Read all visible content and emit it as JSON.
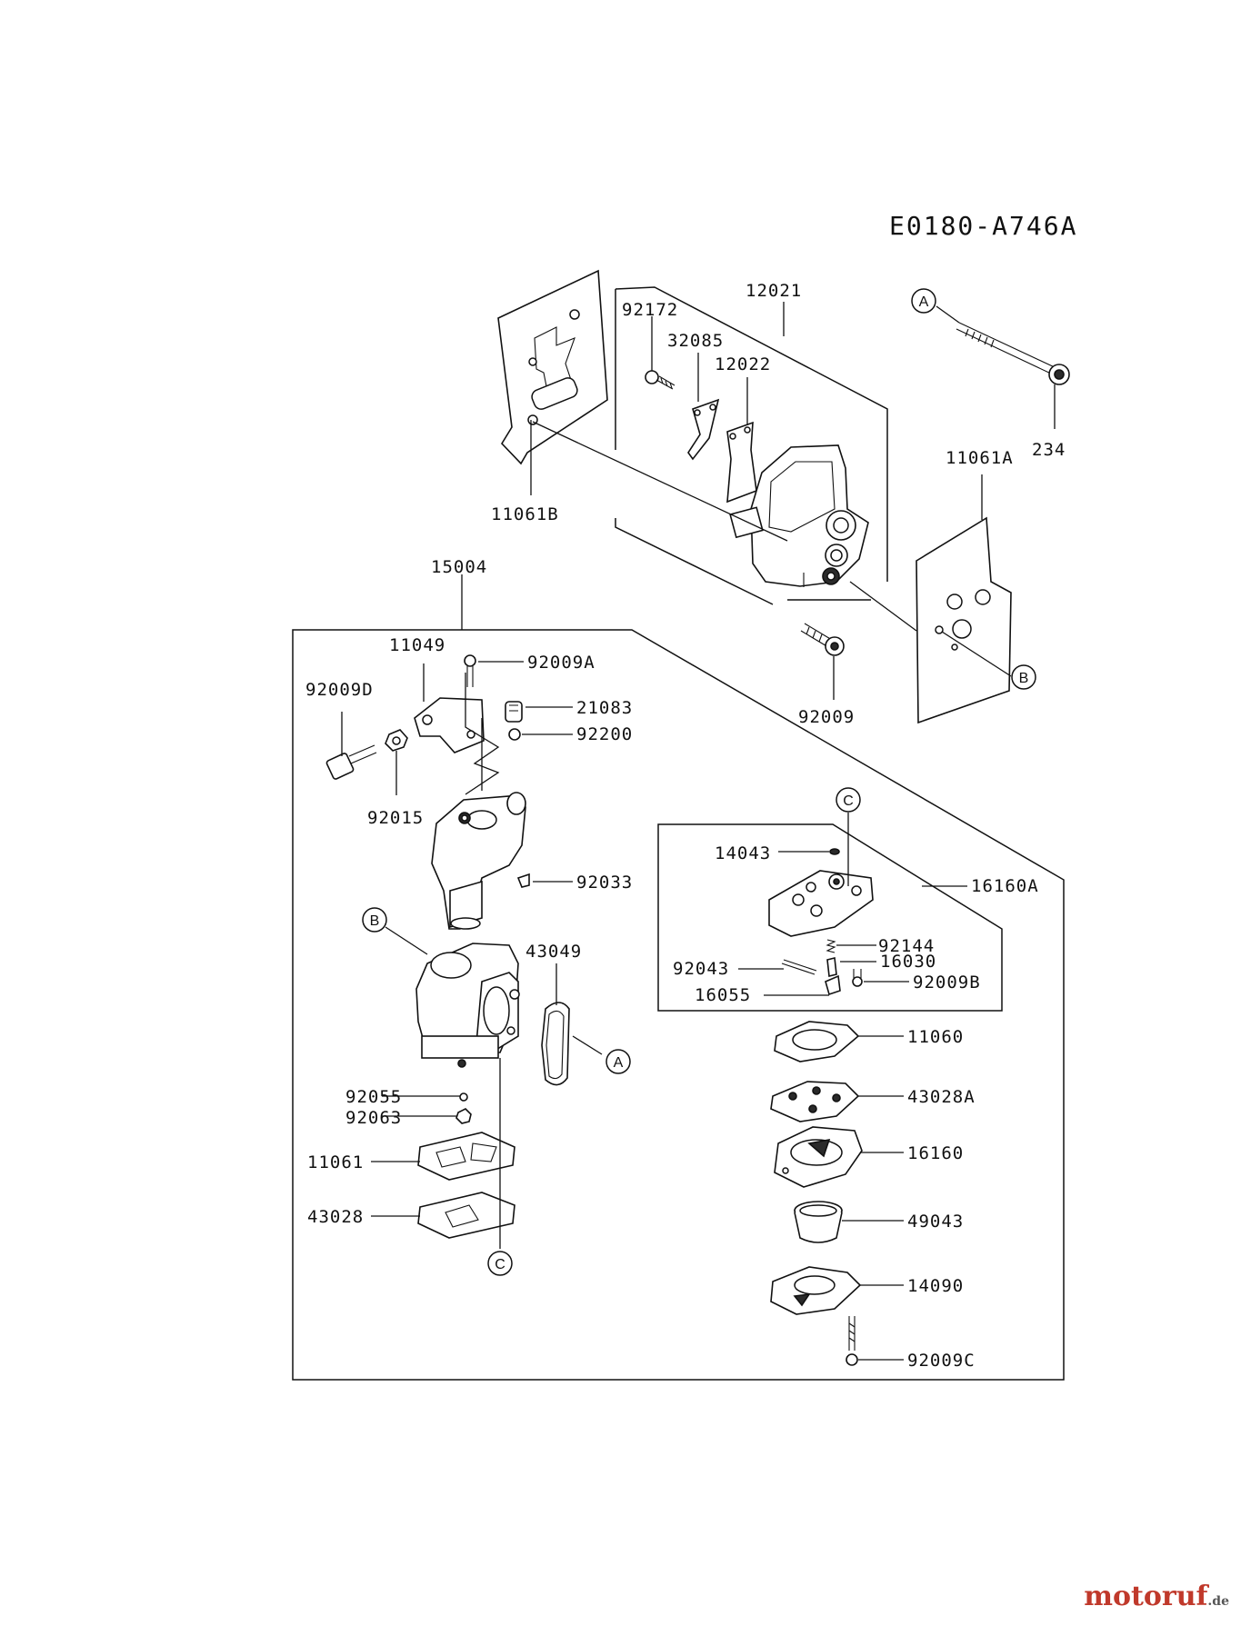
{
  "diagram_code": "E0180-A746A",
  "callouts": {
    "a": "A",
    "b": "B",
    "c": "C"
  },
  "parts": {
    "p12021": "12021",
    "p92172": "92172",
    "p32085": "32085",
    "p12022": "12022",
    "p11061B": "11061B",
    "p11061A": "11061A",
    "p234": "234",
    "p92009": "92009",
    "p15004": "15004",
    "p11049": "11049",
    "p92009A": "92009A",
    "p92009D": "92009D",
    "p21083": "21083",
    "p92200": "92200",
    "p92015": "92015",
    "p92033": "92033",
    "p43049": "43049",
    "p92055": "92055",
    "p92063": "92063",
    "p11061": "11061",
    "p43028": "43028",
    "p14043": "14043",
    "p16160A": "16160A",
    "p92144": "92144",
    "p92043": "92043",
    "p16030": "16030",
    "p92009B": "92009B",
    "p16055": "16055",
    "p11060": "11060",
    "p43028A": "43028A",
    "p16160": "16160",
    "p49043": "49043",
    "p14090": "14090",
    "p92009C": "92009C"
  },
  "watermark": {
    "brand": "motoruf",
    "suffix": ".de",
    "color": "#c0392b"
  }
}
